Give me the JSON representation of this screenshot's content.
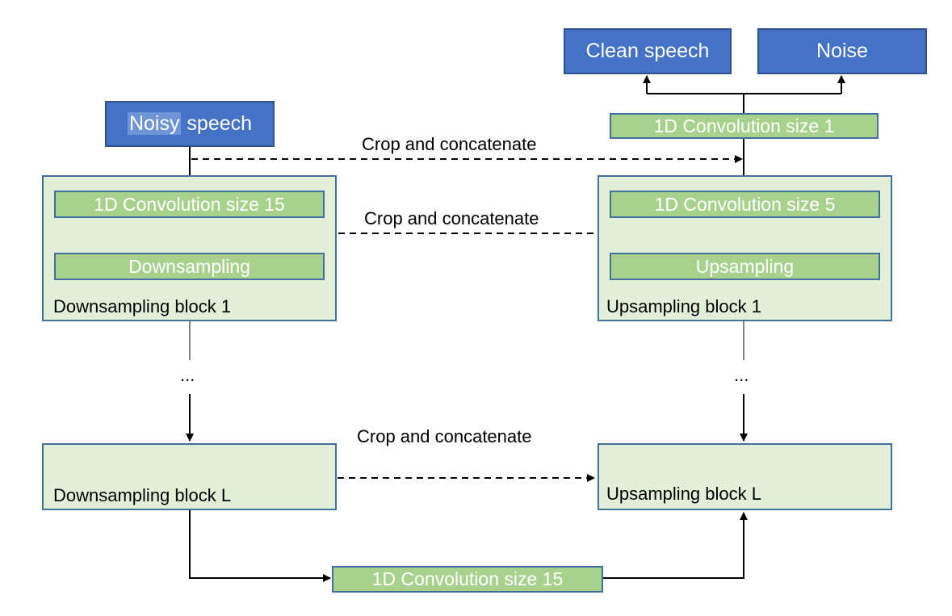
{
  "outputs": {
    "clean_speech": "Clean speech",
    "noise": "Noise"
  },
  "input": {
    "highlighted": "Noisy",
    "rest": " speech"
  },
  "skip_labels": [
    "Crop and concatenate",
    "Crop and concatenate",
    "Crop and concatenate"
  ],
  "down_block_1": {
    "conv": "1D Convolution size 15",
    "downsampling": "Downsampling",
    "label": "Downsampling block 1"
  },
  "down_block_L": {
    "label": "Downsampling block L"
  },
  "up_block_1": {
    "conv": "1D Convolution size 5",
    "upsampling": "Upsampling",
    "label": "Upsampling block 1"
  },
  "up_block_L": {
    "label": "Upsampling block L"
  },
  "final_conv": "1D Convolution size 1",
  "bottleneck_conv": "1D Convolution size 15",
  "ellipsis_left": "...",
  "ellipsis_right": "...",
  "colors": {
    "blue_box": "#4472c4",
    "container_fill": "#e2f0d9",
    "bar_fill": "#a9d18e",
    "border": "#41719c"
  }
}
